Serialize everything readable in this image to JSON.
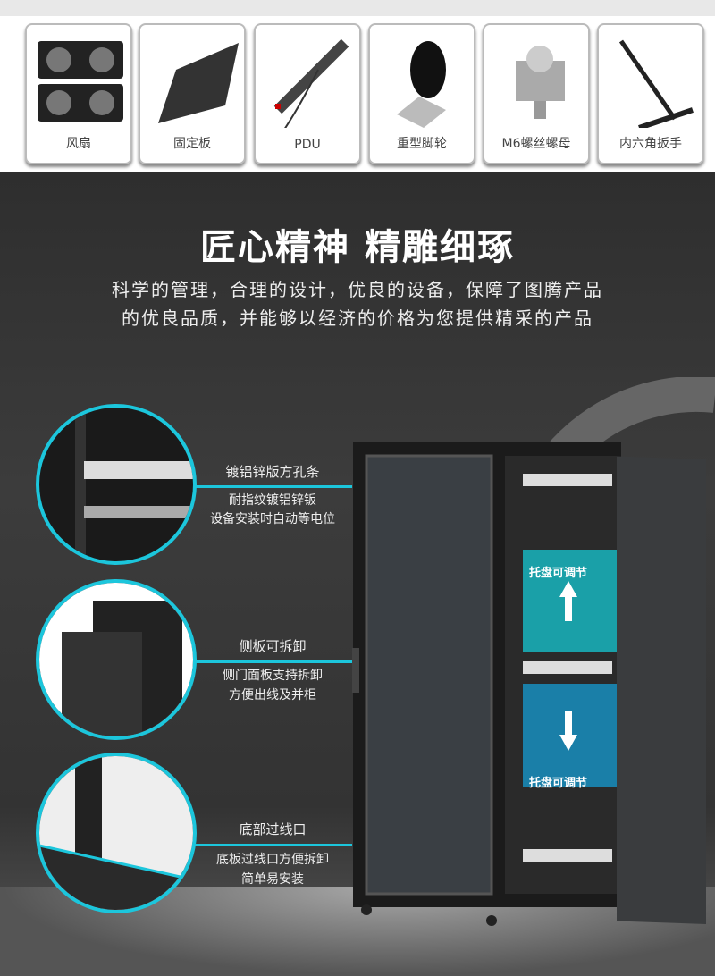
{
  "accessories": [
    {
      "label": "风扇",
      "icon": "fan-icon"
    },
    {
      "label": "固定板",
      "icon": "shelf-icon"
    },
    {
      "label": "PDU",
      "icon": "pdu-icon"
    },
    {
      "label": "重型脚轮",
      "icon": "caster-icon"
    },
    {
      "label": "M6螺丝螺母",
      "icon": "screw-nut-icon"
    },
    {
      "label": "内六角扳手",
      "icon": "hex-wrench-icon"
    }
  ],
  "title": "匠心精神  精雕细琢",
  "subtitle": [
    "科学的管理，合理的设计，优良的设备，保障了图腾产品",
    "的优良品质，并能够以经济的价格为您提供精采的产品"
  ],
  "features": [
    {
      "heading": "镀铝锌版方孔条",
      "desc": [
        "耐指纹镀铝锌钣",
        "设备安装时自动等电位"
      ]
    },
    {
      "heading": "侧板可拆卸",
      "desc": [
        "侧门面板支持拆卸",
        "方便出线及并柜"
      ]
    },
    {
      "heading": "底部过线口",
      "desc": [
        "底板过线口方便拆卸",
        "简单易安装"
      ]
    }
  ],
  "tray_label_up": "托盘可调节",
  "tray_label_down": "托盘可调节",
  "colors": {
    "accent": "#1cc6dc",
    "teal": "#1aa0a8"
  }
}
